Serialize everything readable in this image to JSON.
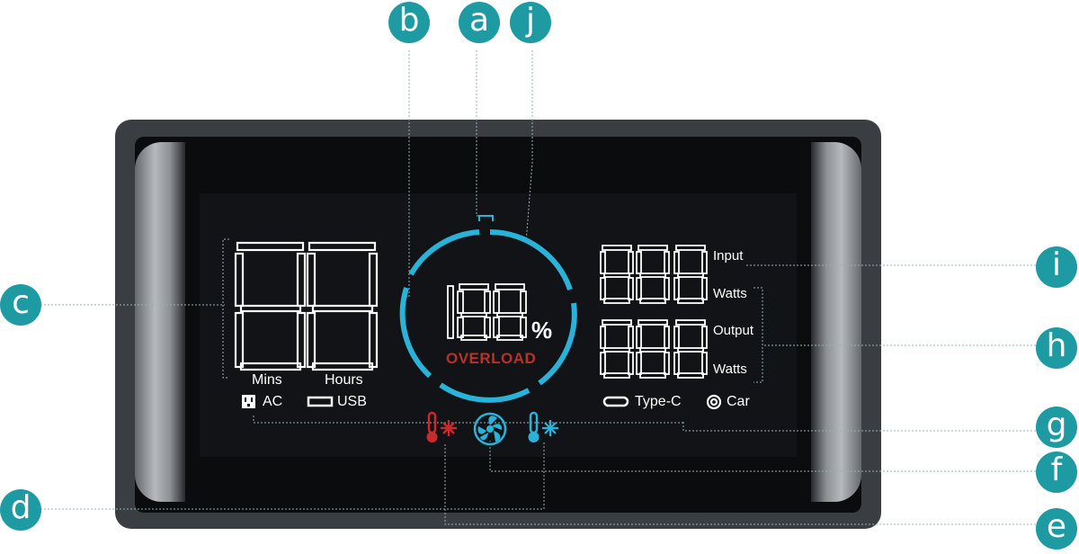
{
  "display": {
    "time_units": {
      "mins": "Mins",
      "hours": "Hours"
    },
    "ports_left": {
      "ac": "AC",
      "usb": "USB"
    },
    "ports_right": {
      "type_c": "Type-C",
      "car": "Car"
    },
    "power": {
      "input_label": "Input",
      "input_unit": "Watts",
      "output_label": "Output",
      "output_unit": "Watts"
    },
    "battery": {
      "percent_symbol": "%",
      "overload": "OVERLOAD"
    },
    "status_icons": [
      "high-temperature-icon",
      "fan-icon",
      "low-temperature-icon"
    ]
  },
  "callouts": [
    "a",
    "b",
    "j",
    "c",
    "i",
    "h",
    "g",
    "f",
    "d",
    "e"
  ],
  "colors": {
    "accent_ring": "#2ab3d9",
    "overload": "#b8322c",
    "callout": "#1e9aa3",
    "hot_icon": "#cc2a2a",
    "cold_icon": "#2ab3d9",
    "segment_on": "#ffffff"
  }
}
